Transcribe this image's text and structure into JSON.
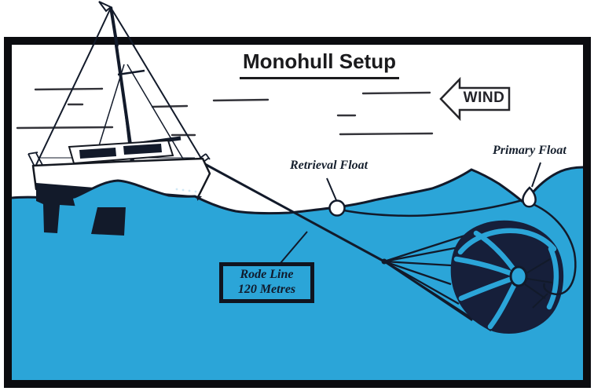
{
  "title": "Monohull Setup",
  "wind_arrow": {
    "label": "WIND",
    "direction": "left"
  },
  "labels": {
    "retrieval_float": "Retrieval Float",
    "primary_float": "Primary Float"
  },
  "rode_box": {
    "line1": "Rode Line",
    "line2": "120 Metres"
  },
  "icons": {
    "wind_arrow": "left-arrow-outline",
    "sailboat": "monohull-sailboat",
    "sea_anchor": "parachute-sea-anchor",
    "retrieval_float": "round-surface-float",
    "primary_float": "teardrop-surface-float",
    "wind_streaks": "horizontal-wind-lines"
  },
  "colors": {
    "water": "#2BA5D8",
    "ink": "#121A2A",
    "canopy": "#161F3A",
    "frame": "#0B0C10",
    "text": "#16202E",
    "title": "#1B1B1D"
  }
}
